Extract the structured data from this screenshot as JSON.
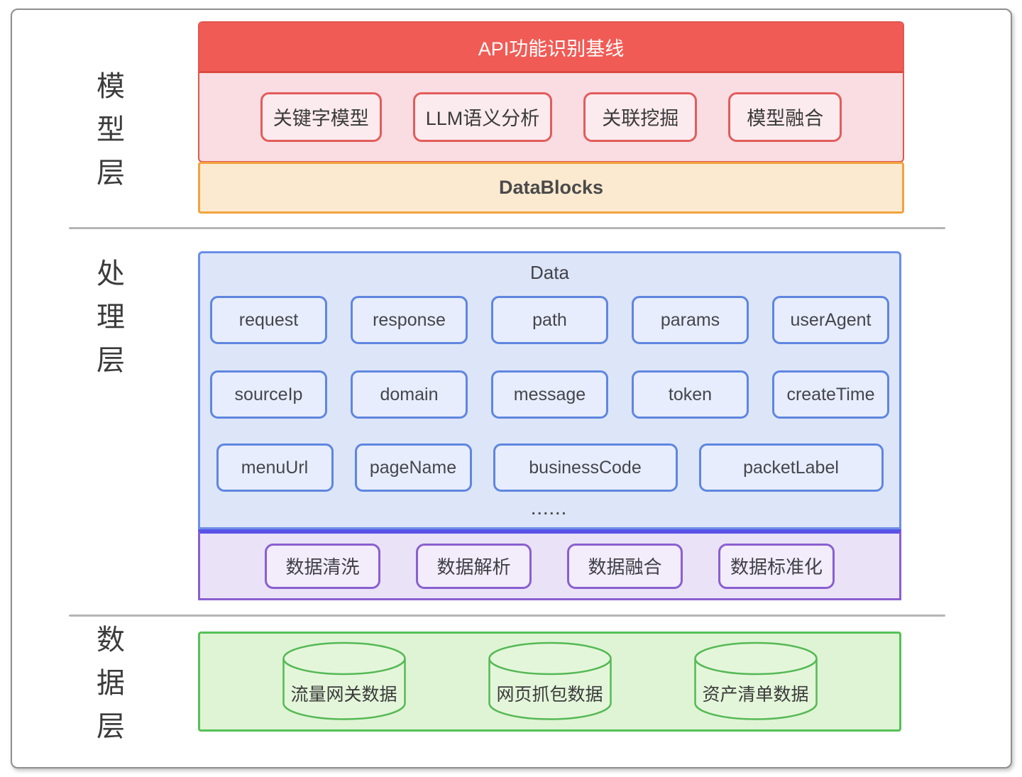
{
  "colors": {
    "model_header_bg": "#f15b55",
    "model_panel_bg": "#f9dde2",
    "model_pill_border": "#e25c5c",
    "datablocks_bg": "#fbead0",
    "datablocks_border": "#f1a33f",
    "data_panel_bg": "#dde6f8",
    "data_panel_border": "#6c8ee9",
    "chip_border": "#5f86e0",
    "steps_panel_bg": "#eae3f7",
    "steps_border": "#8a5fd0",
    "steps_top_line": "#5b53e8",
    "sources_panel_bg": "#def4d4",
    "sources_border": "#55c157"
  },
  "layers": {
    "model": {
      "label": "模型层",
      "header": "API功能识别基线",
      "models": [
        "关键字模型",
        "LLM语义分析",
        "关联挖掘",
        "模型融合"
      ],
      "datablocks": "DataBlocks"
    },
    "processing": {
      "label": "处理层",
      "data_title": "Data",
      "rows": [
        [
          "request",
          "response",
          "path",
          "params",
          "userAgent"
        ],
        [
          "sourceIp",
          "domain",
          "message",
          "token",
          "createTime"
        ],
        [
          "menuUrl",
          "pageName",
          "businessCode",
          "packetLabel"
        ]
      ],
      "ellipsis": "......",
      "steps": [
        "数据清洗",
        "数据解析",
        "数据融合",
        "数据标准化"
      ]
    },
    "data": {
      "label": "数据层",
      "sources": [
        "流量网关数据",
        "网页抓包数据",
        "资产清单数据"
      ]
    }
  }
}
